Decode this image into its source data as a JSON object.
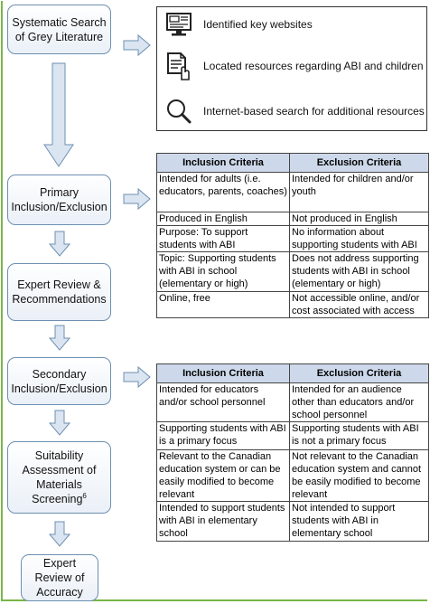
{
  "steps": [
    {
      "text": "Systematic Search of Grey Literature"
    },
    {
      "text": "Primary Inclusion/Exclusion"
    },
    {
      "text": "Expert Review & Recommendations"
    },
    {
      "text": "Secondary Inclusion/Exclusion"
    },
    {
      "text": "Suitability Assessment of Materials Screening",
      "sup": "6"
    },
    {
      "text": "Expert Review of Accuracy"
    }
  ],
  "resources": [
    {
      "icon": "website-icon",
      "text": "Identified key websites"
    },
    {
      "icon": "document-hand-icon",
      "text": "Located resources regarding ABI and children"
    },
    {
      "icon": "magnifier-icon",
      "text": "Internet-based search for additional resources"
    }
  ],
  "table1": {
    "headers": [
      "Inclusion Criteria",
      "Exclusion Criteria"
    ],
    "rows": [
      [
        "Intended for adults (i.e. educators, parents, coaches)",
        "Intended for children and/or youth"
      ],
      [
        "Produced in English",
        "Not produced in English"
      ],
      [
        "Purpose: To support students with ABI",
        "No information about supporting students with ABI"
      ],
      [
        "Topic: Supporting students with ABI in school (elementary or high)",
        "Does not address supporting students with ABI in school (elementary or high)"
      ],
      [
        "Online, free",
        "Not accessible online, and/or cost associated with access"
      ]
    ]
  },
  "table2": {
    "headers": [
      "Inclusion Criteria",
      "Exclusion Criteria"
    ],
    "rows": [
      [
        "Intended for educators and/or school personnel",
        "Intended for an audience other than educators and/or school personnel"
      ],
      [
        "Supporting students with ABI is a primary focus",
        "Supporting students with ABI is not a primary focus"
      ],
      [
        "Relevant to the Canadian education system or can be easily modified to become relevant",
        "Not relevant to the Canadian education system and cannot be easily modified to become relevant"
      ],
      [
        "Intended to support students with ABI in elementary school",
        "Not intended to support students with ABI in elementary school"
      ]
    ]
  },
  "colors": {
    "accent_border": "#7ab648",
    "box_border": "#6d8fb1",
    "header_fill": "#cdd9ea",
    "arrow_fill": "#dbe5f1"
  }
}
